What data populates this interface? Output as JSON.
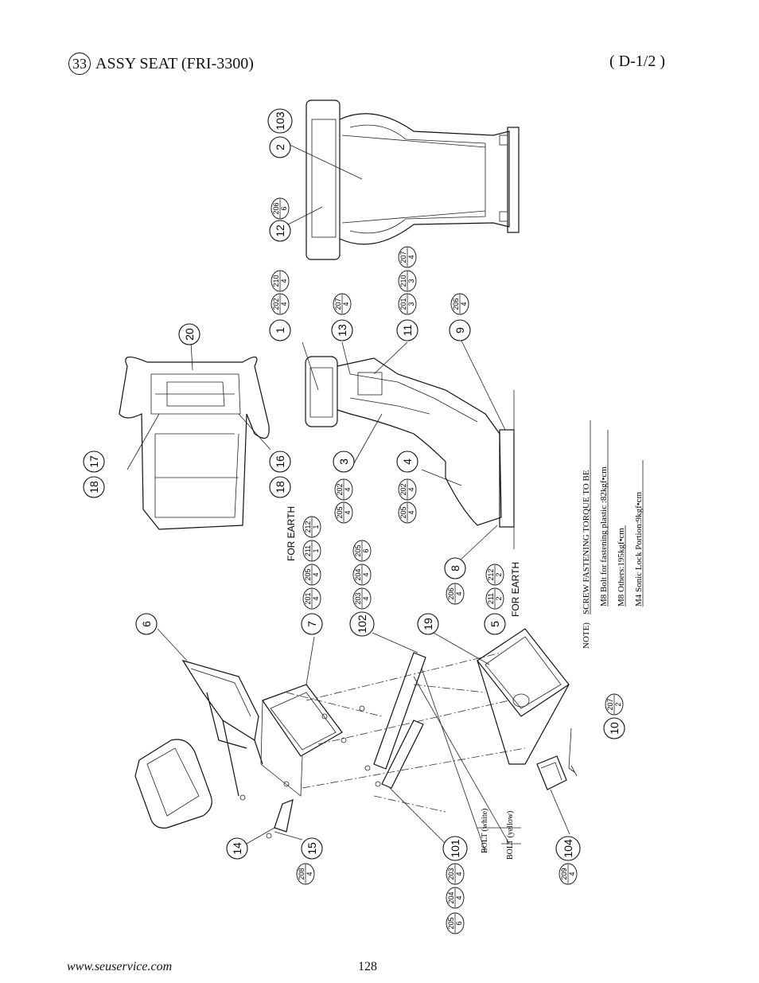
{
  "header": {
    "section_number": "33",
    "title": "ASSY SEAT (FRI-3300)",
    "page_ref": "( D-1/2 )"
  },
  "footer": {
    "url": "www.seuservice.com",
    "page_number": "128"
  },
  "callouts": {
    "c103": "103",
    "c2": "2",
    "c12": "12",
    "c20": "20",
    "c1": "1",
    "c13": "13",
    "c11": "11",
    "c9": "9",
    "c17": "17",
    "c18a": "18",
    "c18b": "18",
    "c16": "16",
    "c3": "3",
    "c4": "4",
    "c8": "8",
    "c5": "5",
    "c6": "6",
    "c7": "7",
    "c102": "102",
    "c19": "19",
    "c10": "10",
    "c14": "14",
    "c15": "15",
    "c101": "101",
    "c104": "104"
  },
  "qty": {
    "q206_6": [
      "206",
      "6"
    ],
    "q202_4a": [
      "202",
      "4"
    ],
    "q210_4": [
      "210",
      "4"
    ],
    "q207_4a": [
      "207",
      "4"
    ],
    "q201_3": [
      "201",
      "3"
    ],
    "q210_3": [
      "210",
      "3"
    ],
    "q207_4b": [
      "207",
      "4"
    ],
    "q206_4a": [
      "206",
      "4"
    ],
    "q205_4a": [
      "205",
      "4"
    ],
    "q202_4b": [
      "202",
      "4"
    ],
    "q205_4b": [
      "205",
      "4"
    ],
    "q202_4c": [
      "202",
      "4"
    ],
    "q206_4b": [
      "206",
      "4"
    ],
    "q211_2": [
      "211",
      "2"
    ],
    "q212_2": [
      "212",
      "2"
    ],
    "q201_4": [
      "201",
      "4"
    ],
    "q205_4c": [
      "205",
      "4"
    ],
    "q211_1": [
      "211",
      "1"
    ],
    "q212_1": [
      "212",
      "1"
    ],
    "q203_4a": [
      "203",
      "4"
    ],
    "q204_4a": [
      "204",
      "4"
    ],
    "q205_6a": [
      "205",
      "6"
    ],
    "q207_2": [
      "207",
      "2"
    ],
    "q208_4": [
      "208",
      "4"
    ],
    "q203_4b": [
      "203",
      "4"
    ],
    "q204_4b": [
      "204",
      "4"
    ],
    "q205_6b": [
      "205",
      "6"
    ],
    "q209_4": [
      "209",
      "4"
    ]
  },
  "labels": {
    "for_earth_1": "FOR EARTH",
    "for_earth_2": "FOR EARTH",
    "bolt_white": "BOLT (white)",
    "bolt_yellow": "BOLT (yellow)"
  },
  "note": {
    "prefix": "NOTE)",
    "heading": "SCREW FASTENING TORQUE TO BE",
    "line1": "M8 Bolt for fastening plastic :82kgf•cm",
    "line2": "M8 Others:195kgf•cm",
    "line3": "M4 Sonic Lock Portion:9kgf•cm"
  }
}
